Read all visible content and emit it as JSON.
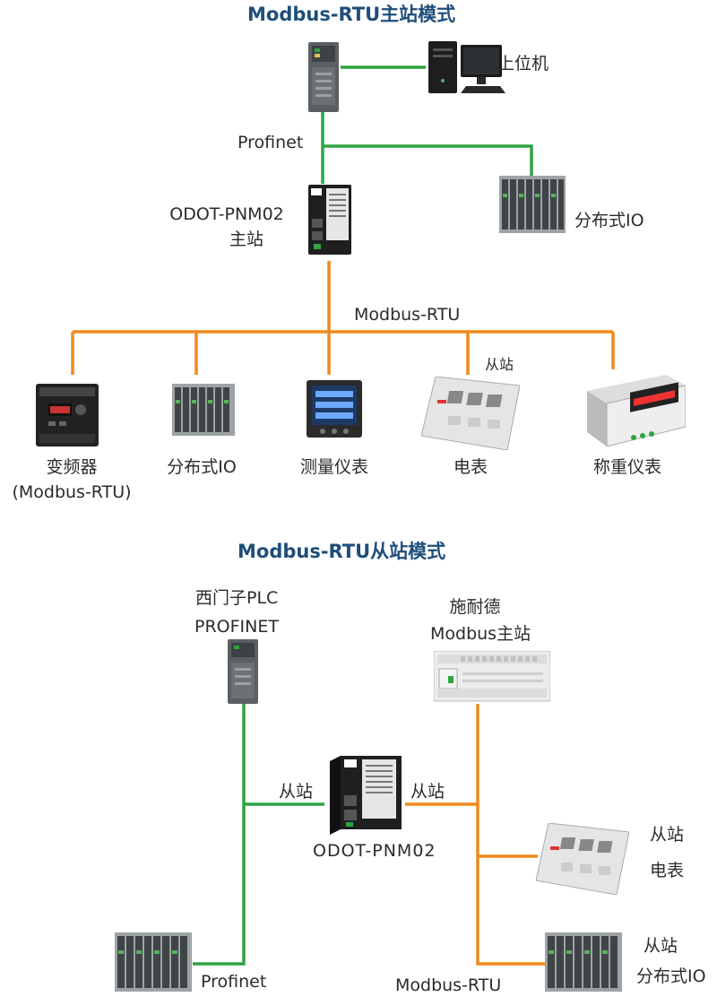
{
  "colors": {
    "green": "#2ea443",
    "orange": "#f08a1c",
    "title": "#1f4e79"
  },
  "master_mode": {
    "title": "Modbus-RTU主站模式",
    "host_label": "上位机",
    "profinet_label": "Profinet",
    "gateway_label_line1": "ODOT-PNM02",
    "gateway_label_line2": "主站",
    "remote_io_label": "分布式IO",
    "bus_label": "Modbus-RTU",
    "slave_label": "从站",
    "devices": [
      {
        "label": "变频器",
        "sublabel": "(Modbus-RTU)"
      },
      {
        "label": "分布式IO"
      },
      {
        "label": "测量仪表"
      },
      {
        "label": "电表"
      },
      {
        "label": "称重仪表"
      }
    ]
  },
  "slave_mode": {
    "title": "Modbus-RTU从站模式",
    "plc_label_line1": "西门子PLC",
    "plc_label_line2": "PROFINET",
    "schneider_label_line1": "施耐德",
    "schneider_label_line2": "Modbus主站",
    "left_slave_label": "从站",
    "right_slave_label": "从站",
    "gateway_label": "ODOT-PNM02",
    "meter_label_line1": "从站",
    "meter_label_line2": "电表",
    "io_label_line1": "从站",
    "io_label_line2": "分布式IO",
    "profinet_label": "Profinet",
    "modbus_label": "Modbus-RTU"
  }
}
